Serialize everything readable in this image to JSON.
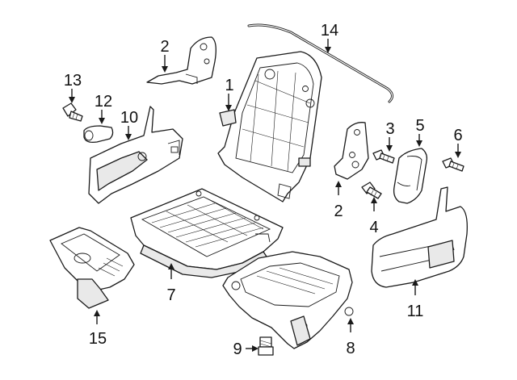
{
  "diagram": {
    "callouts": [
      {
        "id": "c1",
        "text": "1"
      },
      {
        "id": "c2a",
        "text": "2"
      },
      {
        "id": "c2b",
        "text": "2"
      },
      {
        "id": "c3",
        "text": "3"
      },
      {
        "id": "c4",
        "text": "4"
      },
      {
        "id": "c5",
        "text": "5"
      },
      {
        "id": "c6",
        "text": "6"
      },
      {
        "id": "c7",
        "text": "7"
      },
      {
        "id": "c8",
        "text": "8"
      },
      {
        "id": "c9",
        "text": "9"
      },
      {
        "id": "c10",
        "text": "10"
      },
      {
        "id": "c11",
        "text": "11"
      },
      {
        "id": "c12",
        "text": "12"
      },
      {
        "id": "c13",
        "text": "13"
      },
      {
        "id": "c14",
        "text": "14"
      },
      {
        "id": "c15",
        "text": "15"
      }
    ]
  }
}
